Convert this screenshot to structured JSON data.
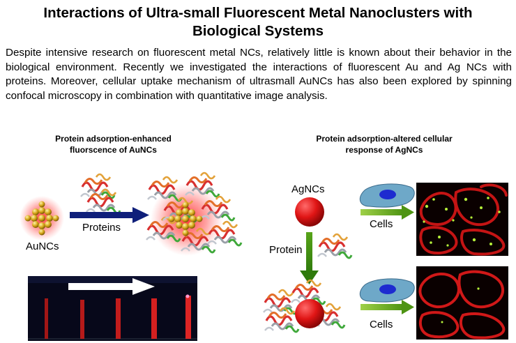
{
  "title_line1": "Interactions of Ultra-small Fluorescent Metal Nanoclusters with",
  "title_line2": "Biological Systems",
  "paragraph": "Despite intensive research on fluorescent metal NCs, relatively little is known about their behavior in the biological environment. Recently we investigated the interactions of fluorescent Au and Ag NCs with proteins. Moreover, cellular uptake mechanism of ultrasmall AuNCs has also been explored by spinning confocal microscopy in combination with quantitative image analysis.",
  "left_panel": {
    "heading_line1": "Protein adsorption-enhanced",
    "heading_line2": "fluorscence of AuNCs",
    "cluster_label": "AuNCs",
    "arrow_label": "Proteins"
  },
  "right_panel": {
    "heading_line1": "Protein adsorption-altered  cellular",
    "heading_line2": "response of AgNCs",
    "particle_label": "AgNCs",
    "protein_label": "Protein",
    "cells_label_top": "Cells",
    "cells_label_bottom": "Cells"
  },
  "colors": {
    "gold": "#c9a019",
    "red_glow": "#ff3b3b",
    "silver_red": "#e01515",
    "arrow_navy": "#0f1f7a",
    "arrow_green": "#5a9e17",
    "cell_blue": "#6ea8c8"
  }
}
